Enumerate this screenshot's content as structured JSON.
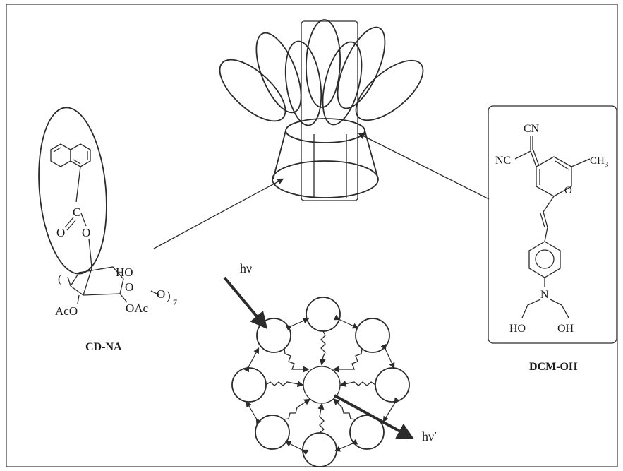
{
  "labels": {
    "cd_na": "CD-NA",
    "dcm_oh": "DCM-OH",
    "hv_in": "hν",
    "hv_out": "hν′"
  },
  "cd_na_structure": {
    "carbonyl_o": "O",
    "carbonyl_c": "C",
    "ester_o": "O",
    "ho": "HO",
    "ring_o": "O",
    "aco_left": "AcO",
    "oac_right": "OAc",
    "bridge_o": "O",
    "repeat": "7"
  },
  "dcm_oh_structure": {
    "cn_top": "CN",
    "nc_left": "NC",
    "ch3": "CH",
    "ch3_sub": "3",
    "pyran_o": "O",
    "amine_n": "N",
    "ho_left": "HO",
    "oh_right": "OH"
  },
  "colors": {
    "line": "#2b2b2b",
    "background": "#ffffff"
  }
}
